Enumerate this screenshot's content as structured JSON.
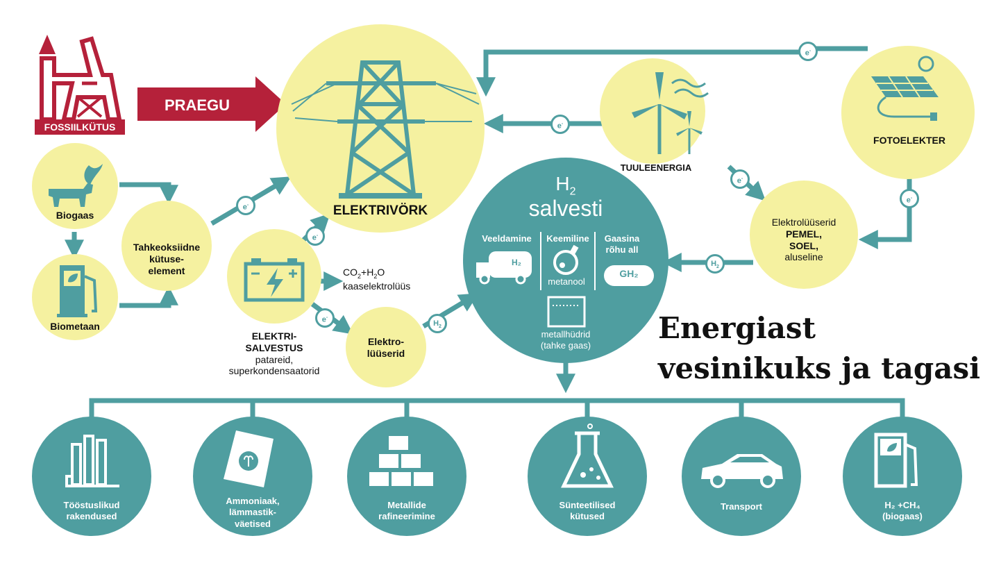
{
  "title_line1": "Energiast",
  "title_line2": "vesinikuks ja tagasi",
  "fossil": {
    "label": "FOSSIILKÜTUS",
    "arrow_label": "PRAEGU"
  },
  "grid": {
    "label": "ELEKTRIVÖRK"
  },
  "sources": {
    "biogas": "Biogaas",
    "biomethane": "Biometaan",
    "solid_oxide": [
      "Tahkeoksiidne",
      "kütuse-",
      "element"
    ],
    "wind": "TUULEENERGIA",
    "solar": "FOTOELEKTER"
  },
  "storage": {
    "title": "ELEKTRI-",
    "title2": "SALVESTUS",
    "line3": "patareid,",
    "line4": "superkondensaatorid"
  },
  "co2": {
    "line1_a": "CO",
    "line1_b": "2",
    "line1_c": "+H",
    "line1_d": "2",
    "line1_e": "O",
    "line2": "kaaselektrolüüs"
  },
  "electrolysers_small": [
    "Elektro-",
    "lüüserid"
  ],
  "electrolysers_big": [
    "Elektrolüüserid",
    "PEMEL,",
    "SOEL,",
    "aluseline"
  ],
  "h2store": {
    "h": "H",
    "sub": "2",
    "word": "salvesti",
    "col1": "Veeldamine",
    "col1_tank": "H₂",
    "col2": "Keemiline",
    "col2_b": "metanool",
    "col3": [
      "Gaasina",
      "rõhu all"
    ],
    "col3_tank": "GH₂",
    "bottom": [
      "metallhüdrid",
      "(tahke gaas)"
    ]
  },
  "badges": {
    "e": "e",
    "e_sup": "-",
    "h": "H",
    "h_sub": "2"
  },
  "uses": [
    {
      "icon": "factory-icon",
      "lines": [
        "Tööstuslikud",
        "rakendused"
      ]
    },
    {
      "icon": "fertilizer-bag-icon",
      "lines": [
        "Ammoniaak,",
        "lämmastik-",
        "väetised"
      ]
    },
    {
      "icon": "metal-ingots-icon",
      "lines": [
        "Metallide",
        "rafineerimine"
      ]
    },
    {
      "icon": "flask-icon",
      "lines": [
        "Sünteetilised",
        "kütused"
      ]
    },
    {
      "icon": "car-icon",
      "lines": [
        "Transport"
      ]
    },
    {
      "icon": "fuel-pump-icon",
      "lines": [
        "H₂ +CH₄",
        "(biogaas)"
      ]
    }
  ],
  "colors": {
    "teal": "#4f9ea0",
    "yellow": "#f5f1a0",
    "red": "#b5213a",
    "dark": "#111111"
  }
}
